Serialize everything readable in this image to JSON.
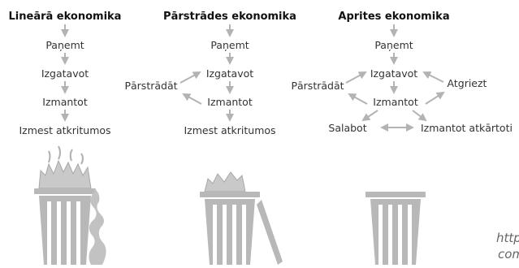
{
  "columns": [
    {
      "title": "Lineārā ekonomika",
      "nodes": [
        "Paņemt",
        "Izgatavot",
        "Izmantot",
        "Izmest atkritumos"
      ]
    },
    {
      "title": "Pārstrādes ekonomika",
      "nodes": [
        "Paņemt",
        "Izgatavot",
        "Izmantot",
        "Izmest atkritumos",
        "Pārstrādāt"
      ]
    },
    {
      "title": "Aprites ekonomika",
      "nodes": [
        "Paņemt",
        "Izgatavot",
        "Izmantot",
        "Pārstrādāt",
        "Atgriezt",
        "Salabot",
        "Izmantot atkārtoti"
      ]
    }
  ],
  "footer": {
    "url_line1": "http",
    "url_line2": "com"
  },
  "colors": {
    "arrow": "#b3b3b3",
    "bin": "#b8b8b8",
    "text": "#333333"
  }
}
